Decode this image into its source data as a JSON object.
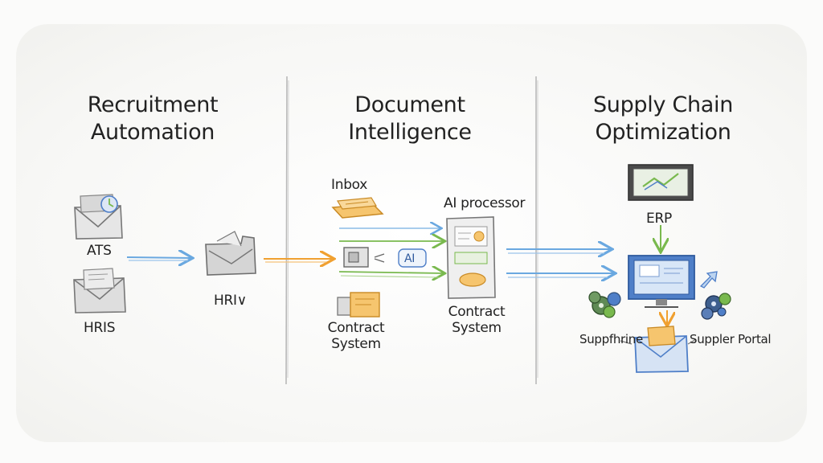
{
  "panels": [
    {
      "title_line1": "Recruitment",
      "title_line2": "Automation",
      "labels": {
        "ats": "ATS",
        "hris": "HRIS",
        "hri": "HRI∨"
      }
    },
    {
      "title_line1": "Document",
      "title_line2": "Intelligence",
      "labels": {
        "inbox": "Inbox",
        "ai_processor": "AI processor",
        "contract_left": "Contract System",
        "contract_right": "Contract System",
        "ai_badge": "AI"
      }
    },
    {
      "title_line1": "Supply Chain",
      "title_line2": "Optimization",
      "labels": {
        "erp": "ERP",
        "supplier_left": "Suppfhrine",
        "supplier_portal": "Suppler Portal"
      }
    }
  ],
  "colors": {
    "arrow_blue": "#6aa8e0",
    "arrow_orange": "#f0a030",
    "arrow_green": "#79b94e",
    "envelope_gray": "#8a8a8a",
    "monitor_blue": "#4f7fc8",
    "divider": "#b9b9b9"
  },
  "icons": [
    "envelope-icon",
    "folder-icon",
    "inbox-tray-icon",
    "document-processor-icon",
    "monitor-icon",
    "gear-cluster-icon",
    "upload-arrow-icon"
  ]
}
